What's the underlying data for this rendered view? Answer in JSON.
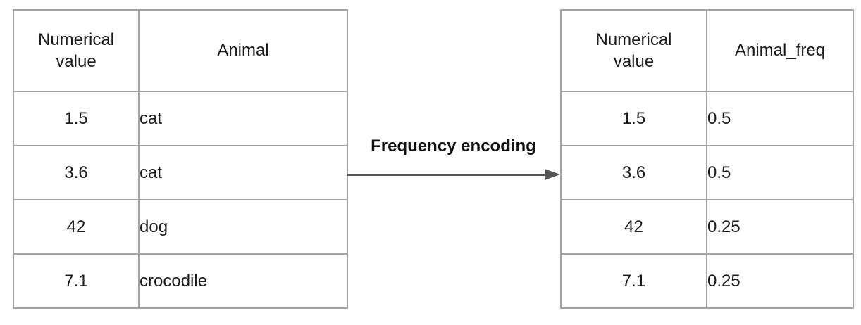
{
  "diagram": {
    "arrow_label": "Frequency encoding"
  },
  "left_table": {
    "columns": [
      "Numerical value",
      "Animal"
    ],
    "rows": [
      [
        "1.5",
        "cat"
      ],
      [
        "3.6",
        "cat"
      ],
      [
        "42",
        "dog"
      ],
      [
        "7.1",
        "crocodile"
      ]
    ]
  },
  "right_table": {
    "columns": [
      "Numerical value",
      "Animal_freq"
    ],
    "rows": [
      [
        "1.5",
        "0.5"
      ],
      [
        "3.6",
        "0.5"
      ],
      [
        "42",
        "0.25"
      ],
      [
        "7.1",
        "0.25"
      ]
    ]
  },
  "colors": {
    "border": "#a3a3a3",
    "arrow": "#555555",
    "text": "#1c1c1c",
    "background": "#ffffff"
  }
}
